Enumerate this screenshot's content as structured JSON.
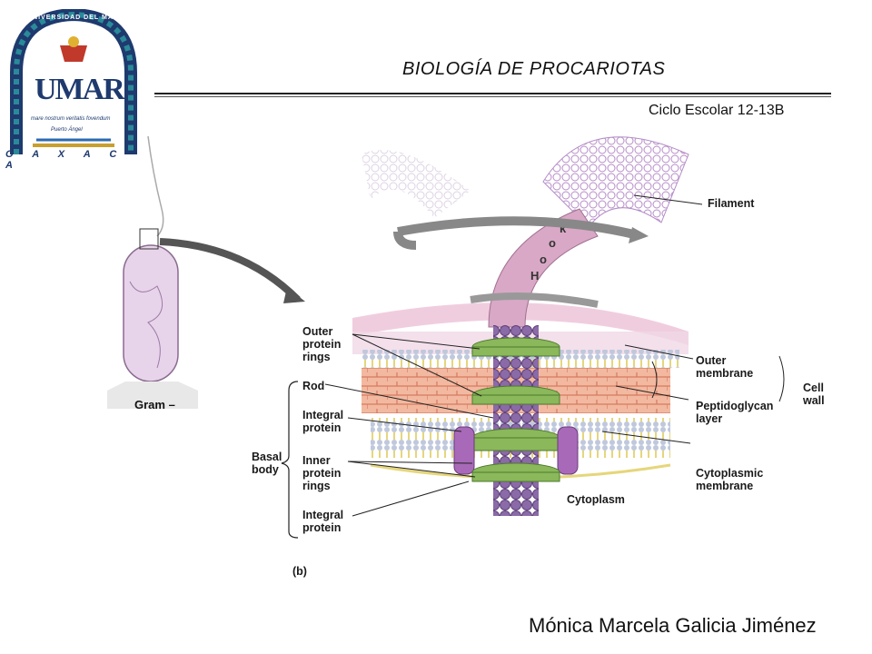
{
  "header": {
    "title": "BIOLOGÍA DE PROCARIOTAS",
    "cycle": "Ciclo Escolar 12-13B"
  },
  "logo": {
    "arch_text": "UNIVERSIDAD DEL MAR",
    "monogram": "UMAR",
    "motto": "mare nostrum veritatis fovendum",
    "city": "Puerto Ángel",
    "state": "O A X A C A"
  },
  "footer": {
    "author": "Mónica Marcela Galicia Jiménez"
  },
  "figure": {
    "cell_label": "Gram –",
    "panel_label": "(b)",
    "hook_letters": [
      "H",
      "o",
      "o",
      "k"
    ],
    "labels": {
      "filament": "Filament",
      "outer_membrane": "Outer membrane",
      "cell_wall": "Cell wall",
      "peptidoglycan": "Peptidoglycan layer",
      "cytoplasmic_membrane": "Cytoplasmic membrane",
      "cytoplasm": "Cytoplasm",
      "outer_protein_rings": "Outer protein rings",
      "rod": "Rod",
      "integral_protein_1": "Integral protein",
      "basal_body": "Basal body",
      "inner_protein_rings": "Inner protein rings",
      "integral_protein_2": "Integral protein"
    }
  },
  "colors": {
    "navy": "#1e3a6e",
    "teal": "#2a8a9a",
    "membrane_pink": "#e9b0c8",
    "peptidoglycan": "#e69a7a",
    "ring_green": "#8ab85a",
    "rod_purple": "#7a5a9a",
    "filament_lilac": "#c9a8d6"
  }
}
